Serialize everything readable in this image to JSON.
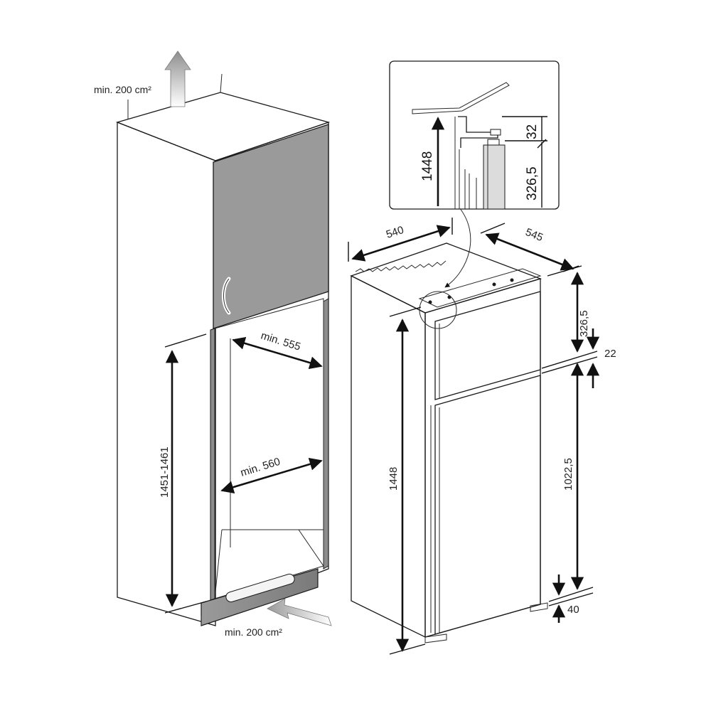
{
  "colors": {
    "line": "#1a1a1a",
    "cabinet_door": "#9a9a9a",
    "panel": "#dcdcdc",
    "airflow": "#b5b5b5"
  },
  "cabinet": {
    "vent_top_label": "min. 200 cm²",
    "vent_bottom_label": "min. 200 cm²",
    "width_label_top": "min. 555",
    "width_label_bottom": "min. 560",
    "niche_height_label": "1451-1461"
  },
  "fridge": {
    "width_label": "540",
    "depth_label": "545",
    "height_label": "1448",
    "freezer_height_label": "326,5",
    "gap_label": "22",
    "fridge_height_label": "1022,5",
    "bottom_label": "40"
  },
  "detail": {
    "height_label": "1448",
    "top_gap_label": "32",
    "freezer_label": "326,5"
  }
}
